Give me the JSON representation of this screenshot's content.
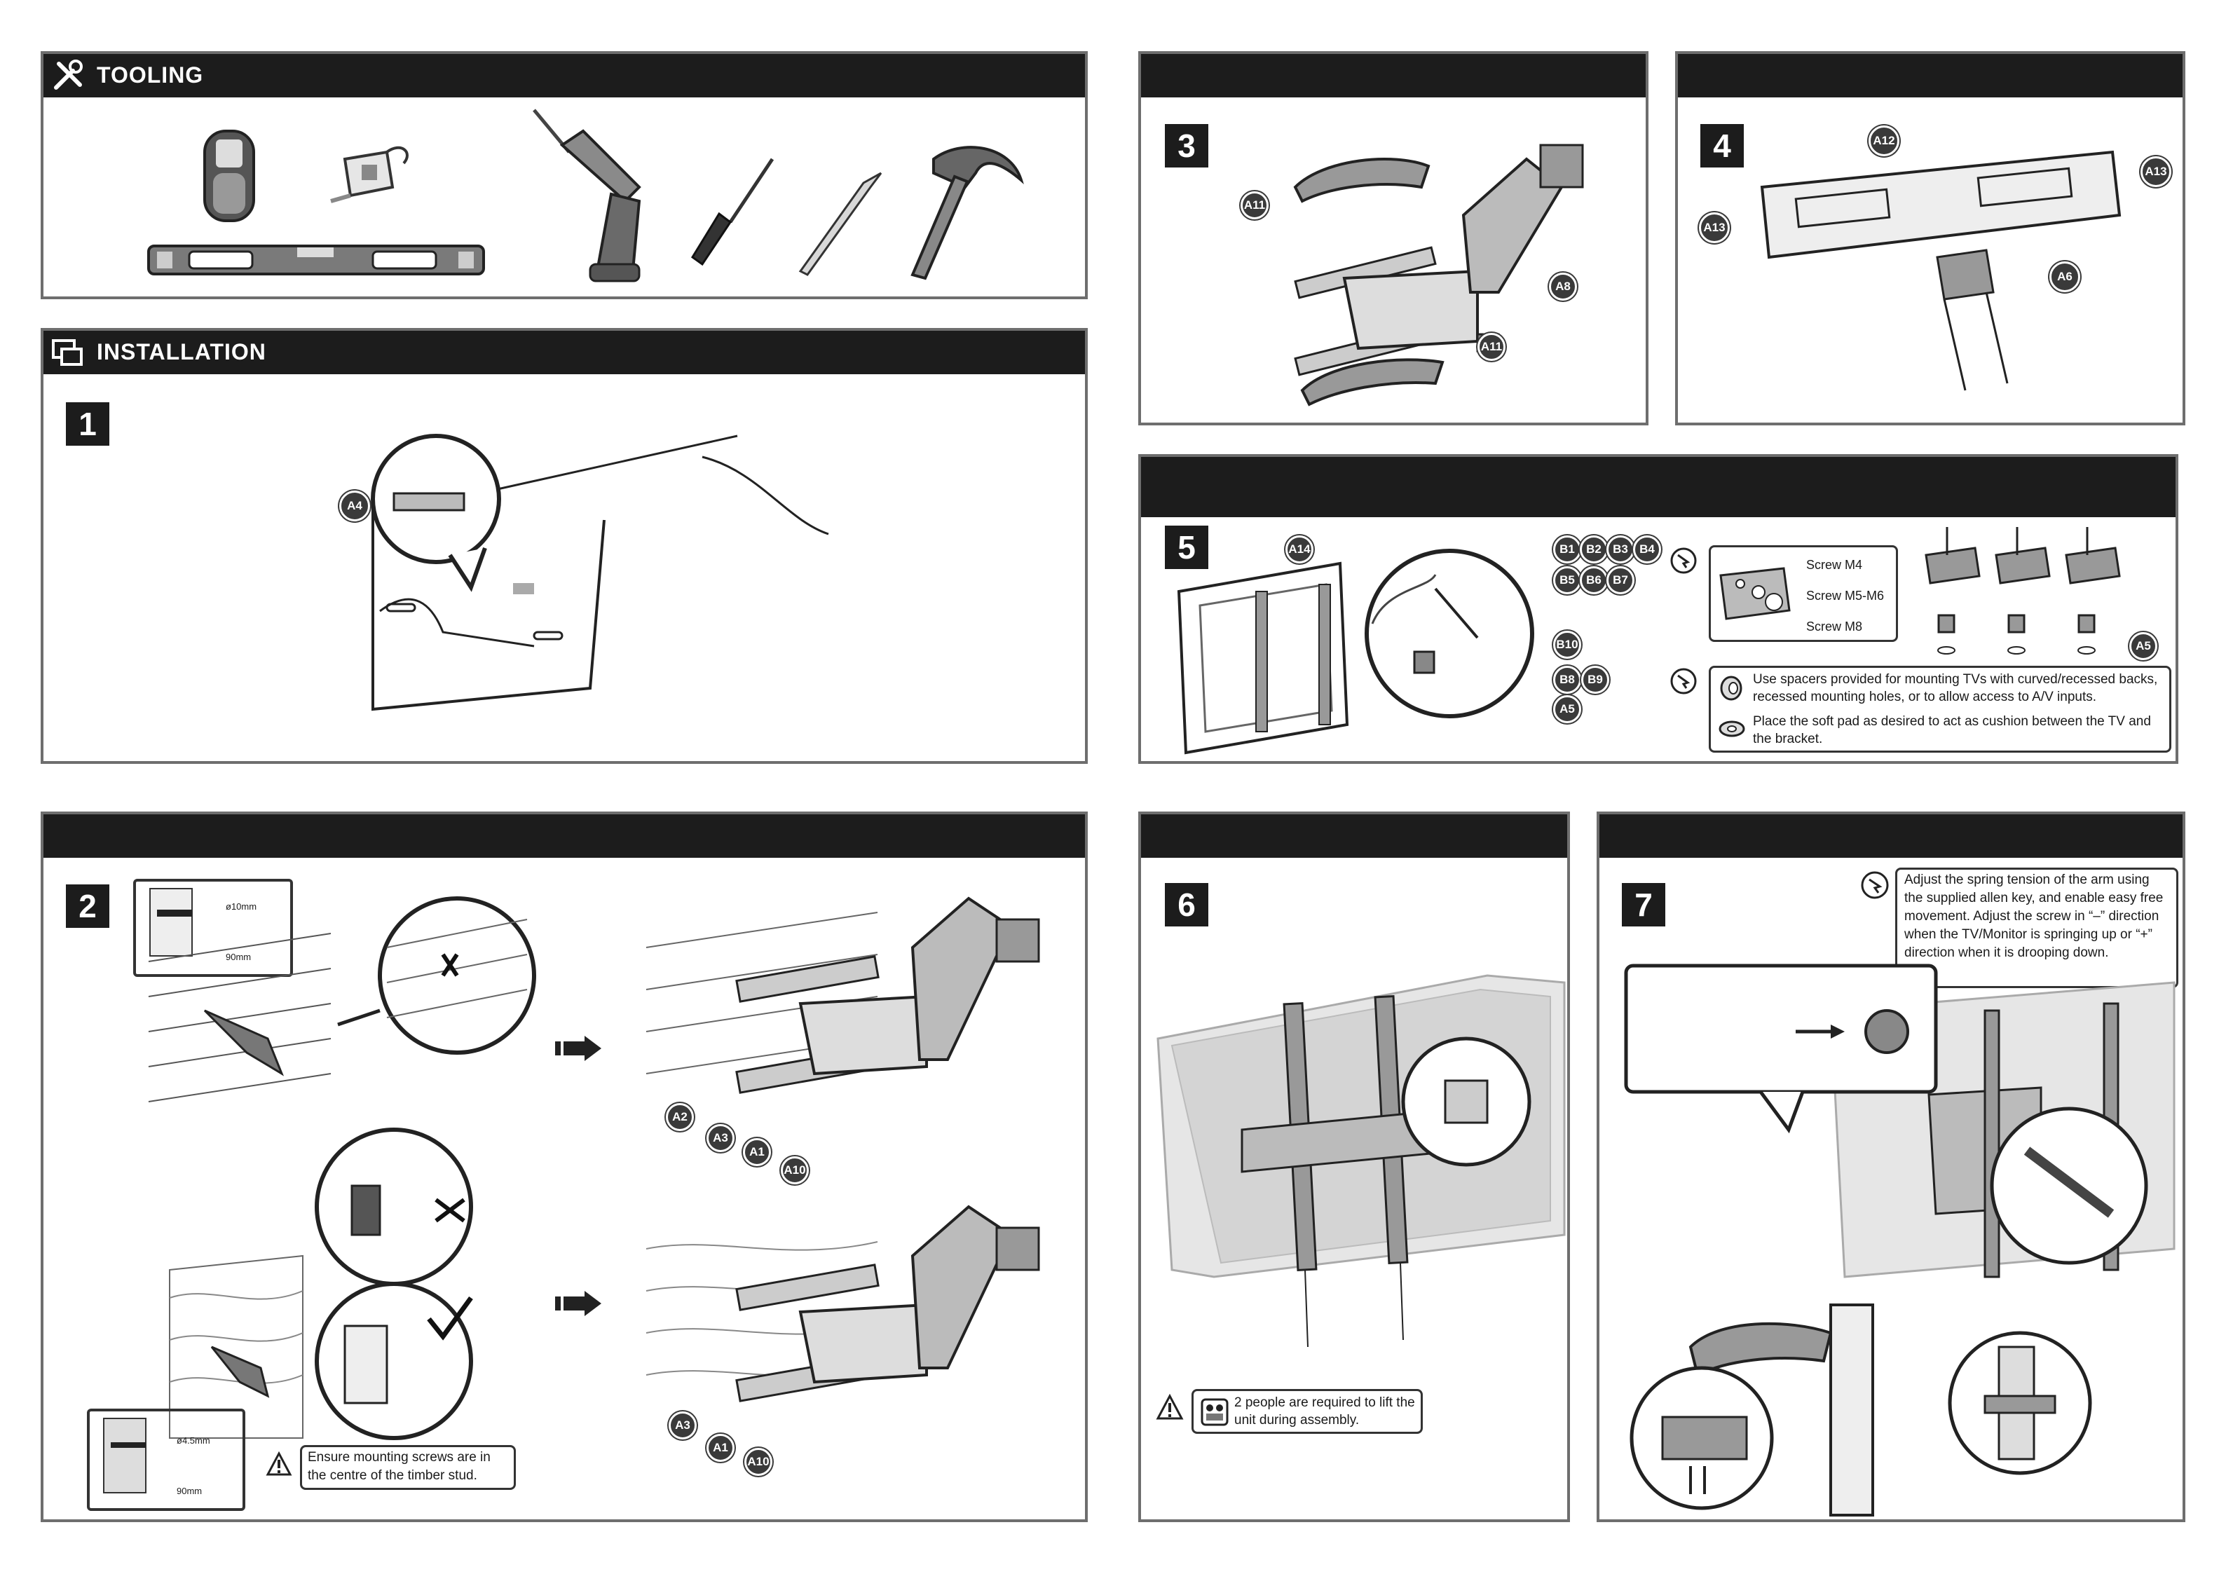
{
  "tooling": {
    "title": "TOOLING",
    "icon": "tools-icon",
    "tools": [
      "stud-finder-icon",
      "tape-measure-icon",
      "spirit-level-icon",
      "drill-icon",
      "screwdriver-icon",
      "pencil-icon",
      "hammer-icon"
    ]
  },
  "installation": {
    "title": "INSTALLATION",
    "icon": "installation-icon"
  },
  "steps": {
    "s1": {
      "number": "1",
      "callouts": [
        "A4"
      ]
    },
    "s2": {
      "number": "2",
      "brick_dims": {
        "diameter": "ø10mm",
        "depth": "90mm"
      },
      "timber_dims": {
        "diameter": "ø4.5mm",
        "depth": "90mm"
      },
      "callouts_brick": [
        "A2",
        "A3",
        "A1",
        "A10"
      ],
      "callouts_timber": [
        "A3",
        "A1",
        "A10"
      ],
      "warning": "Ensure mounting screws are in the centre of the timber stud."
    },
    "s3": {
      "number": "3",
      "callouts": [
        "A11",
        "A8",
        "A11"
      ]
    },
    "s4": {
      "number": "4",
      "callouts": [
        "A12",
        "A13",
        "A13",
        "A6"
      ]
    },
    "s5": {
      "number": "5",
      "callouts_left": [
        "A14"
      ],
      "callouts_screws": [
        "B1",
        "B2",
        "B3",
        "B4",
        "B5",
        "B6",
        "B7"
      ],
      "callouts_spacers": [
        "B10",
        "B8",
        "B9",
        "A5"
      ],
      "screw_sizes": [
        "Screw M4",
        "Screw M5-M6",
        "Screw M8"
      ],
      "callout_right": "A5",
      "note1": "Use spacers provided for mounting TVs with curved/recessed backs, recessed mounting holes, or to allow access to A/V inputs.",
      "note2": "Place the soft pad as desired to act as cushion between the TV and the bracket."
    },
    "s6": {
      "number": "6",
      "warning": "2 people are required to lift the unit during assembly."
    },
    "s7": {
      "number": "7",
      "note": "Adjust the spring tension of the arm using the supplied allen key, and enable easy free movement. Adjust the screw in “–” direction when the TV/Monitor is springing up or “+” direction when it is drooping down."
    }
  },
  "colors": {
    "header": "#1c1c1c",
    "border": "#6e6e6e",
    "callout": "#3a3a3a"
  }
}
